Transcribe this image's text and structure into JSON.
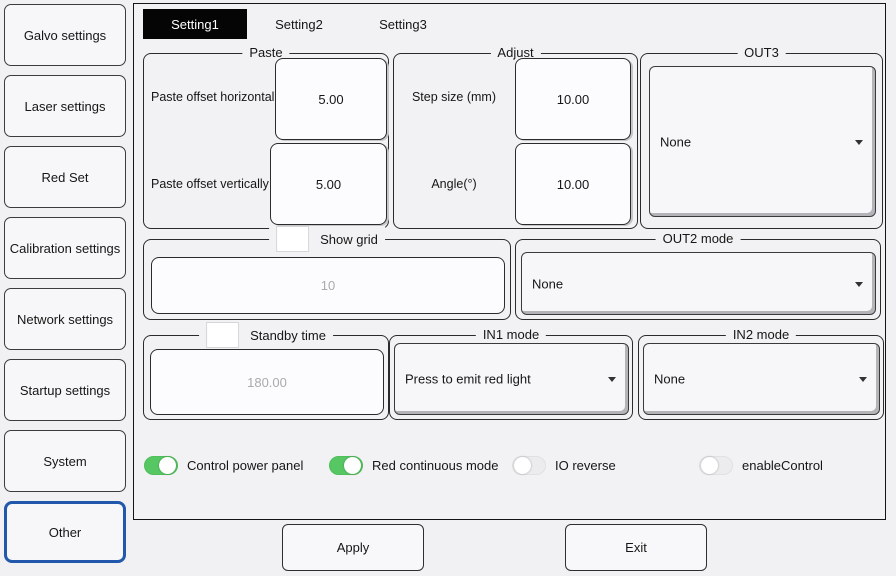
{
  "sidebar": {
    "items": [
      {
        "label": "Galvo settings",
        "selected": false
      },
      {
        "label": "Laser settings",
        "selected": false
      },
      {
        "label": "Red Set",
        "selected": false
      },
      {
        "label": "Calibration settings",
        "selected": false
      },
      {
        "label": "Network settings",
        "selected": false
      },
      {
        "label": "Startup settings",
        "selected": false
      },
      {
        "label": "System",
        "selected": false
      },
      {
        "label": "Other",
        "selected": true
      }
    ]
  },
  "tabs": [
    {
      "label": "Setting1",
      "active": true
    },
    {
      "label": "Setting2",
      "active": false
    },
    {
      "label": "Setting3",
      "active": false
    }
  ],
  "groups": {
    "paste": {
      "legend": "Paste",
      "fields": [
        {
          "label": "Paste offset horizontally",
          "value": "5.00"
        },
        {
          "label": "Paste offset vertically",
          "value": "5.00"
        }
      ]
    },
    "adjust": {
      "legend": "Adjust",
      "fields": [
        {
          "label": "Step size (mm)",
          "value": "10.00"
        },
        {
          "label": "Angle(°)",
          "value": "10.00"
        }
      ]
    },
    "out3": {
      "legend": "OUT3",
      "selected": "None"
    },
    "show_grid": {
      "legend": "Show grid",
      "checked": false,
      "value": "10",
      "enabled": false
    },
    "out2": {
      "legend": "OUT2 mode",
      "selected": "None"
    },
    "standby": {
      "legend": "Standby time",
      "checked": false,
      "value": "180.00",
      "enabled": false
    },
    "in1": {
      "legend": "IN1 mode",
      "selected": "Press to emit red light"
    },
    "in2": {
      "legend": "IN2 mode",
      "selected": "None"
    }
  },
  "toggles": [
    {
      "label": "Control power panel",
      "on": true
    },
    {
      "label": "Red continuous mode",
      "on": true
    },
    {
      "label": "IO reverse",
      "on": false
    },
    {
      "label": "enableControl",
      "on": false
    }
  ],
  "footer": {
    "apply_label": "Apply",
    "exit_label": "Exit"
  },
  "colors": {
    "toggle_on": "#57c763",
    "active_tab_bg": "#050505",
    "selected_border": "#2158ac",
    "disabled_text": "#aaaaae"
  }
}
